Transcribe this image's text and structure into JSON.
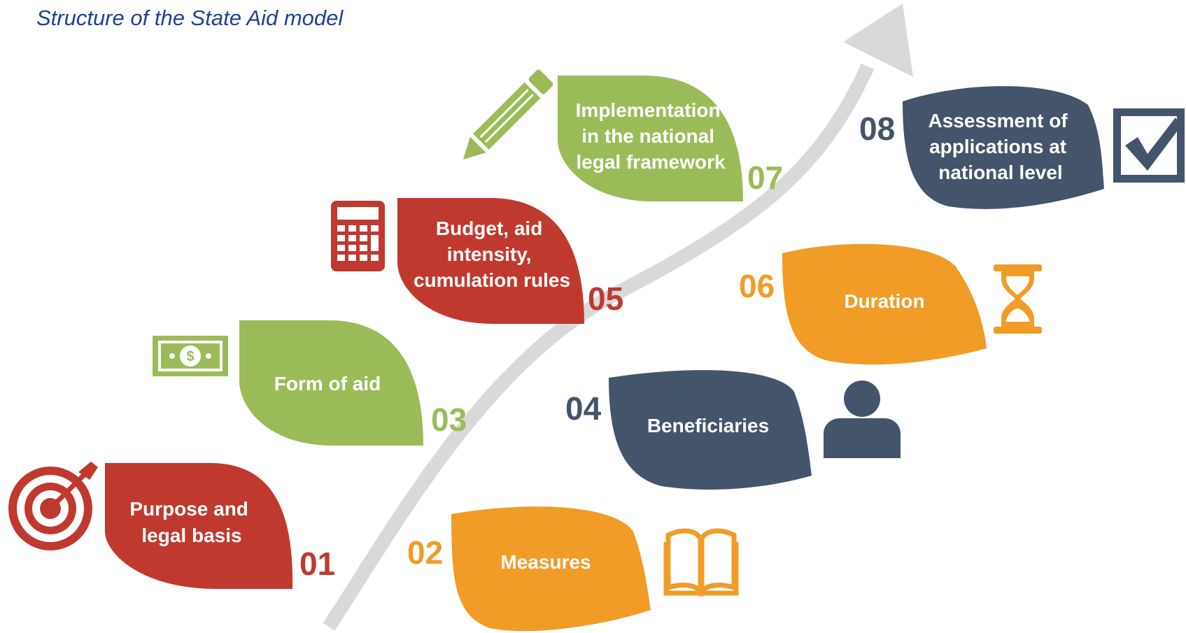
{
  "title": "Structure of the State Aid model",
  "colors": {
    "red": "#c0392f",
    "green": "#9bbb59",
    "orange": "#f09c27",
    "navy": "#44546a",
    "arrow": "#d9d9d9",
    "title": "#1f3f9a"
  },
  "steps": [
    {
      "number": "01",
      "lines": [
        "Purpose and",
        "legal basis"
      ],
      "color": "red",
      "icon": "target-icon"
    },
    {
      "number": "02",
      "lines": [
        "Measures"
      ],
      "color": "orange",
      "icon": "book-icon"
    },
    {
      "number": "03",
      "lines": [
        "Form of aid"
      ],
      "color": "green",
      "icon": "banknote-icon"
    },
    {
      "number": "04",
      "lines": [
        "Beneficiaries"
      ],
      "color": "navy",
      "icon": "person-icon"
    },
    {
      "number": "05",
      "lines": [
        "Budget, aid",
        "intensity,",
        "cumulation rules"
      ],
      "color": "red",
      "icon": "calculator-icon"
    },
    {
      "number": "06",
      "lines": [
        "Duration"
      ],
      "color": "orange",
      "icon": "hourglass-icon"
    },
    {
      "number": "07",
      "lines": [
        "Implementation",
        "in the national",
        "legal framework"
      ],
      "color": "green",
      "icon": "pencil-icon"
    },
    {
      "number": "08",
      "lines": [
        "Assessment of",
        "applications at",
        "national level"
      ],
      "color": "navy",
      "icon": "checkbox-icon"
    }
  ]
}
